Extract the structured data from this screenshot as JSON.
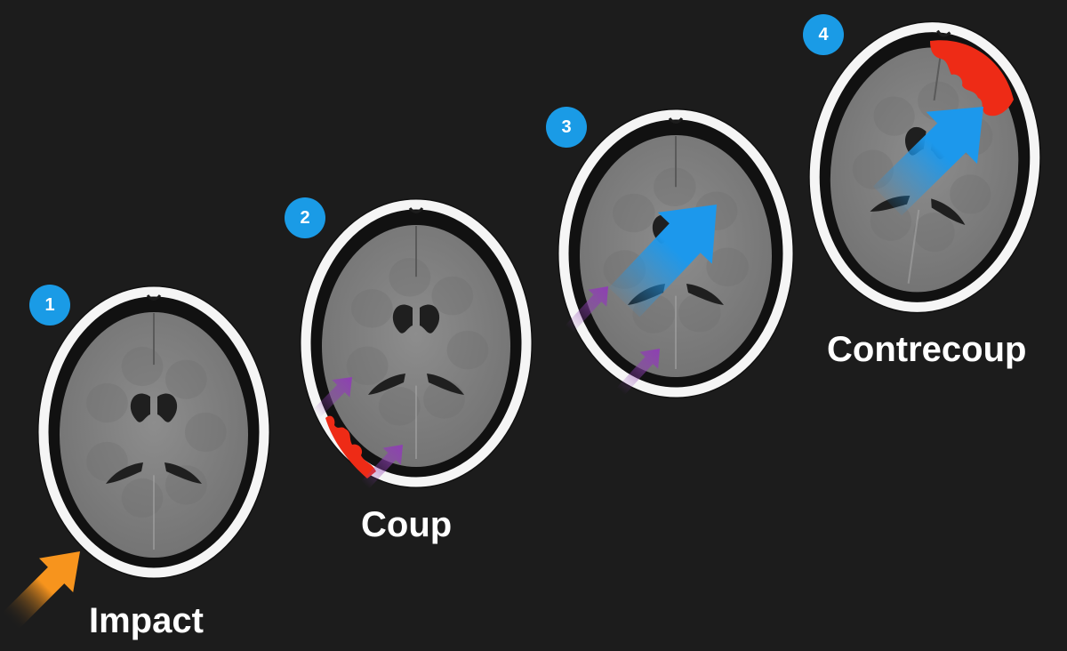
{
  "colors": {
    "background": "#1c1c1c",
    "badge": "#1a9be6",
    "skull": "#f5f5f5",
    "brain": "#7e7e7e",
    "ventricle": "#1f1f1f",
    "impact_arrow": "#f7941d",
    "motion_arrow": "#8e3fb3",
    "brain_arrow": "#1c98ec",
    "injury": "#ee2b16"
  },
  "icons": {
    "brain_scan": "brain-ct-scan-icon",
    "impact": "impact-arrow-icon",
    "motion": "motion-arrow-icon",
    "brain_motion": "brain-motion-arrow-icon",
    "injury": "injury-area-icon"
  },
  "steps": [
    {
      "number": "1",
      "label": "Impact"
    },
    {
      "number": "2",
      "label": "Coup"
    },
    {
      "number": "3",
      "label": ""
    },
    {
      "number": "4",
      "label": "Contrecoup"
    }
  ]
}
